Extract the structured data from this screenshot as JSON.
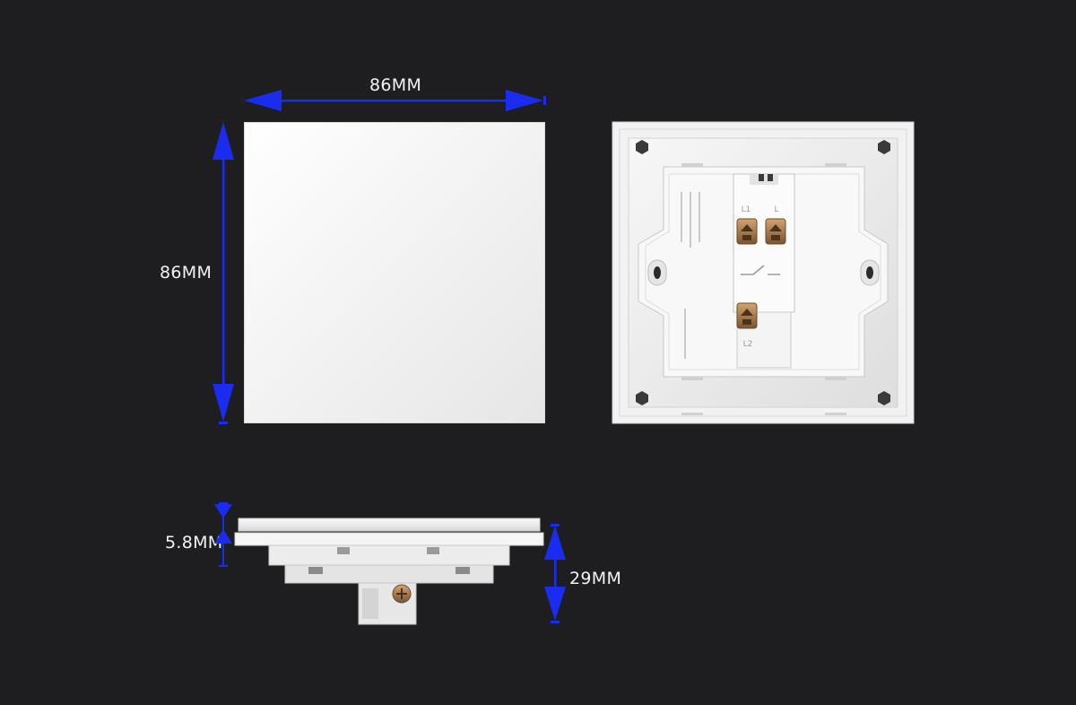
{
  "dimensions": {
    "front_width": "86MM",
    "front_height": "86MM",
    "panel_thickness": "5.8MM",
    "total_depth": "29MM"
  },
  "back_markings": {
    "terminal_top_left": "L1",
    "terminal_top_right": "L",
    "terminal_bottom": "L2"
  },
  "colors": {
    "background": "#1e1e20",
    "arrow": "#1a2cf0",
    "label": "#f2f2f2",
    "plate": "#f4f4f4",
    "brass": "#b08a5a"
  }
}
